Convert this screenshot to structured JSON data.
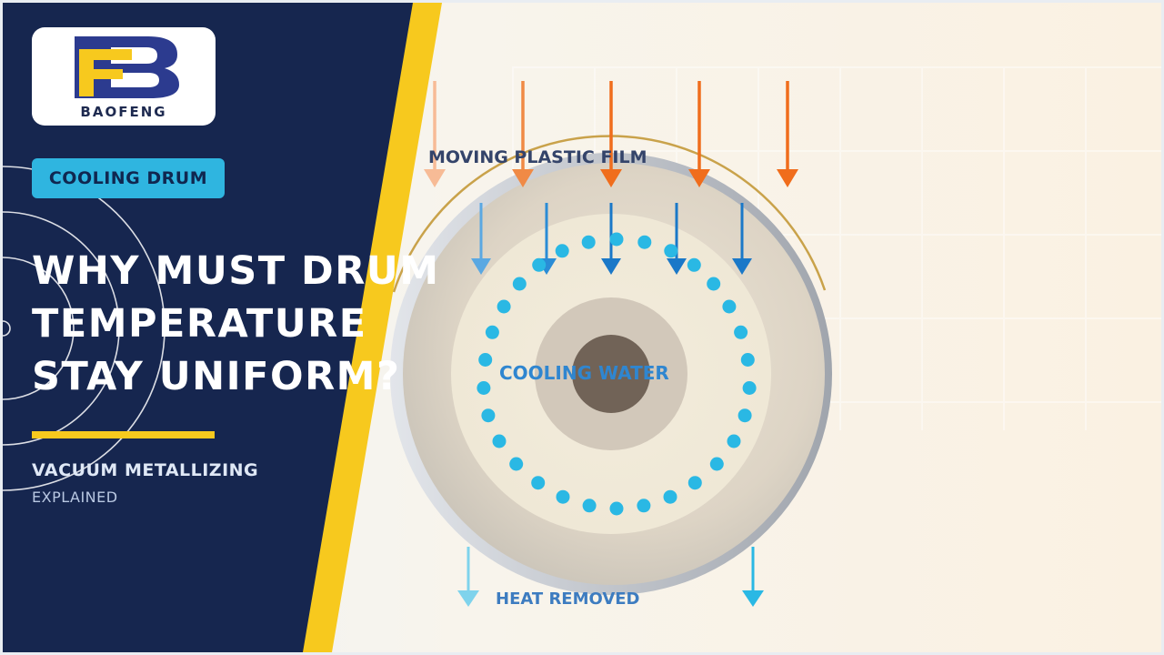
{
  "brand": {
    "logo_text": "BAOFENG",
    "colors": {
      "navy": "#16264f",
      "yellow": "#f7c91e",
      "cyan": "#2fb5e0"
    }
  },
  "tag": {
    "label": "COOLING DRUM"
  },
  "headline": {
    "line1": "WHY MUST DRUM",
    "line2": "TEMPERATURE",
    "line3": "STAY UNIFORM?"
  },
  "subtitle": {
    "line1": "VACUUM METALLIZING",
    "line2": "EXPLAINED"
  },
  "diagram": {
    "film_label": "MOVING PLASTIC FILM",
    "water_label": "COOLING WATER",
    "heat_label": "HEAT REMOVED",
    "colors": {
      "heat": "#f07020",
      "cool": "#1a78c8",
      "water_dots": "#2ab8e4"
    }
  }
}
